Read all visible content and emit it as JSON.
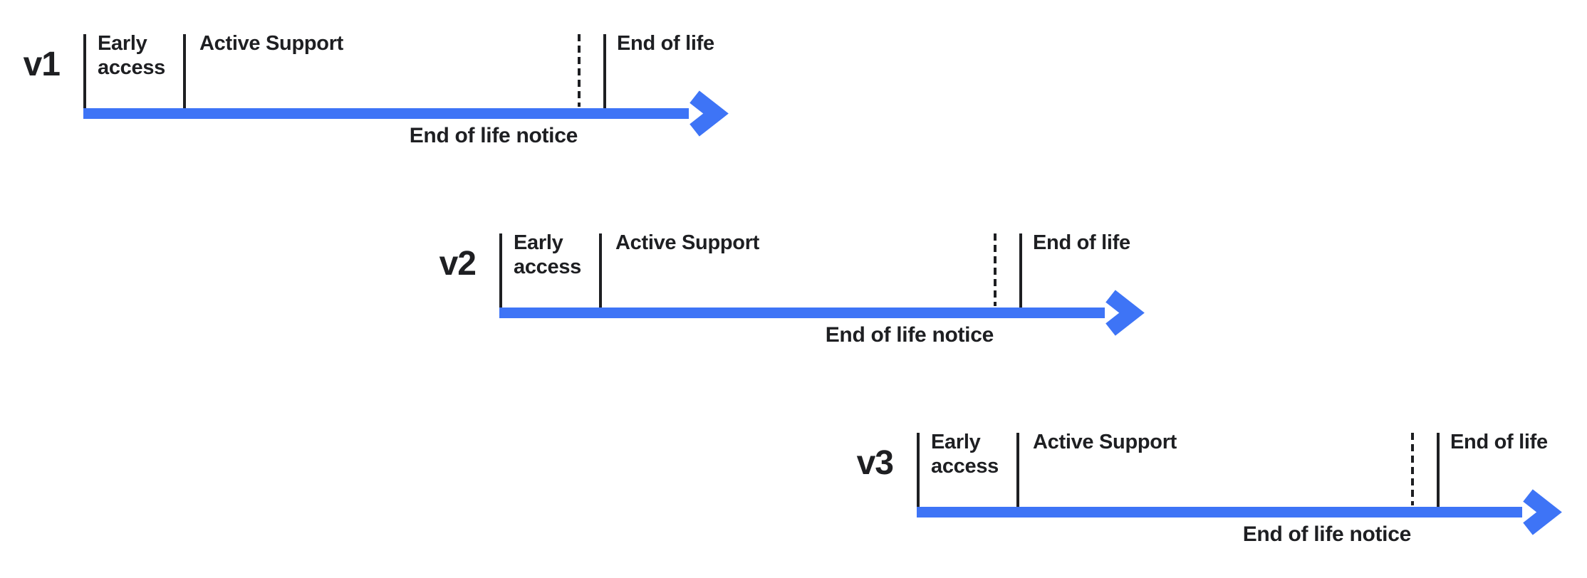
{
  "diagram": {
    "type": "version-lifecycle-timelines",
    "colors": {
      "arrow_blue": "#3e74f6",
      "ink": "#1e1f22",
      "background": "#ffffff"
    }
  },
  "rows": [
    {
      "version": "v1",
      "early_access": "Early access",
      "active_support": "Active Support",
      "end_of_life": "End of life",
      "eol_notice": "End of life notice"
    },
    {
      "version": "v2",
      "early_access": "Early access",
      "active_support": "Active Support",
      "end_of_life": "End of life",
      "eol_notice": "End of life notice"
    },
    {
      "version": "v3",
      "early_access": "Early access",
      "active_support": "Active Support",
      "end_of_life": "End of life",
      "eol_notice": "End of life notice"
    }
  ]
}
